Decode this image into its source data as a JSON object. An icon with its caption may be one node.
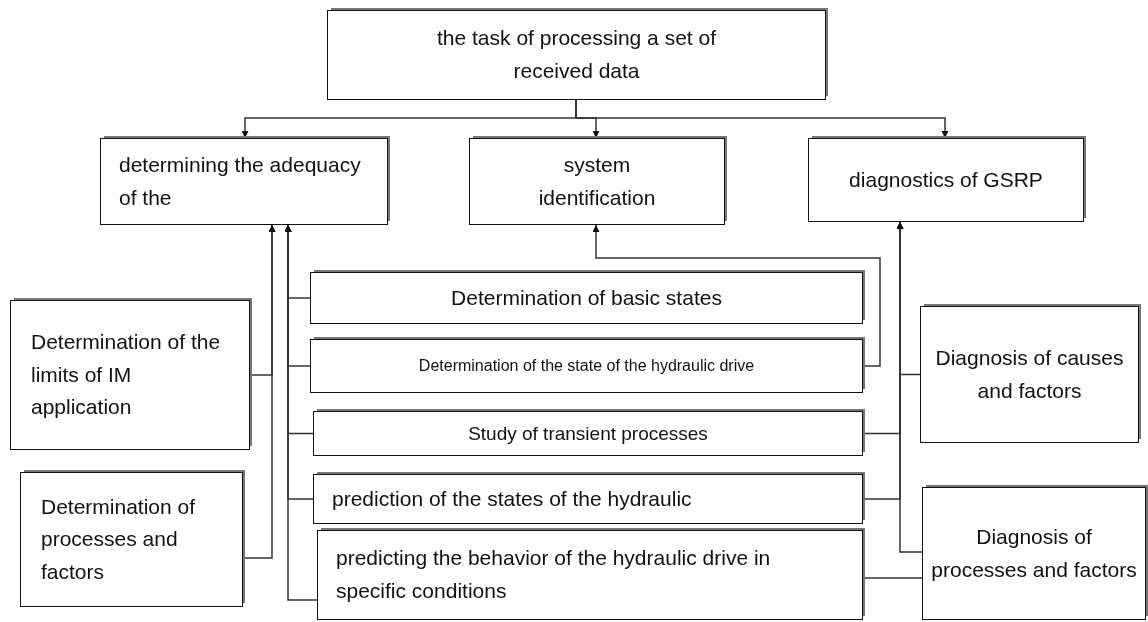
{
  "diagram": {
    "nodes": [
      {
        "text": [
          "the task of processing a set of received data"
        ]
      },
      {
        "text": [
          "determining the adequacy of the"
        ]
      },
      {
        "text": [
          "system identification"
        ]
      },
      {
        "text": [
          "diagnostics of GSRP"
        ]
      },
      {
        "text": [
          "Determination of basic states"
        ]
      },
      {
        "text": [
          "Determination of the state of the hydraulic drive"
        ]
      },
      {
        "text": [
          "Study of transient processes"
        ]
      },
      {
        "text": [
          "prediction of the states of the hydraulic"
        ]
      },
      {
        "text": [
          "predicting the behavior of the hydraulic drive in specific conditions"
        ]
      },
      {
        "text": [
          "Determination of the limits of IM application"
        ]
      },
      {
        "text": [
          "Determination of processes and factors"
        ]
      },
      {
        "text": [
          "Diagnosis of causes and factors"
        ]
      },
      {
        "text": [
          "Diagnosis of processes and factors"
        ]
      }
    ],
    "edges": [
      {
        "from": 0,
        "to": 1,
        "arrow": "to"
      },
      {
        "from": 0,
        "to": 2,
        "arrow": "to"
      },
      {
        "from": 0,
        "to": 3,
        "arrow": "to"
      },
      {
        "from": 9,
        "to": 1,
        "arrow": "to"
      },
      {
        "from": 10,
        "to": 1,
        "arrow": "to"
      },
      {
        "from": 4,
        "to": 1,
        "arrow": "to"
      },
      {
        "from": 5,
        "to": 1,
        "arrow": "to"
      },
      {
        "from": 6,
        "to": 1,
        "arrow": "to"
      },
      {
        "from": 7,
        "to": 1,
        "arrow": "to"
      },
      {
        "from": 8,
        "to": 1,
        "arrow": "to"
      },
      {
        "from": 5,
        "to": 2,
        "arrow": "to"
      },
      {
        "from": 11,
        "to": 3,
        "arrow": "to"
      },
      {
        "from": 6,
        "to": 3,
        "arrow": "to"
      },
      {
        "from": 7,
        "to": 3,
        "arrow": "to"
      },
      {
        "from": 12,
        "to": 3,
        "arrow": "to"
      },
      {
        "from": 8,
        "to": 12,
        "arrow": "none"
      }
    ]
  }
}
